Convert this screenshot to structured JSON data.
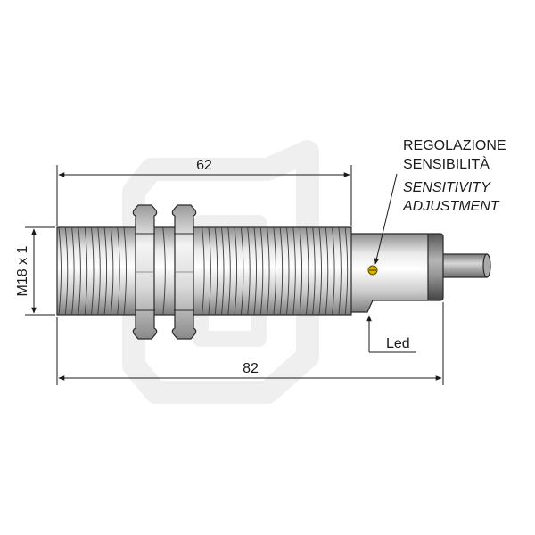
{
  "dimensions": {
    "thread_length": "62",
    "overall_length": "82",
    "thread_size": "M18 x 1"
  },
  "callouts": {
    "adjust_it_line1": "REGOLAZIONE",
    "adjust_it_line2": "SENSIBILITÀ",
    "adjust_en_line1": "SENSITIVITY",
    "adjust_en_line2": "ADJUSTMENT",
    "led": "Led"
  },
  "colors": {
    "outline": "#2a2a2a",
    "metal_light": "#f2f2f2",
    "metal_dark": "#9a9a9a",
    "potentiometer": "#d9b400",
    "watermark": "#efefef"
  }
}
